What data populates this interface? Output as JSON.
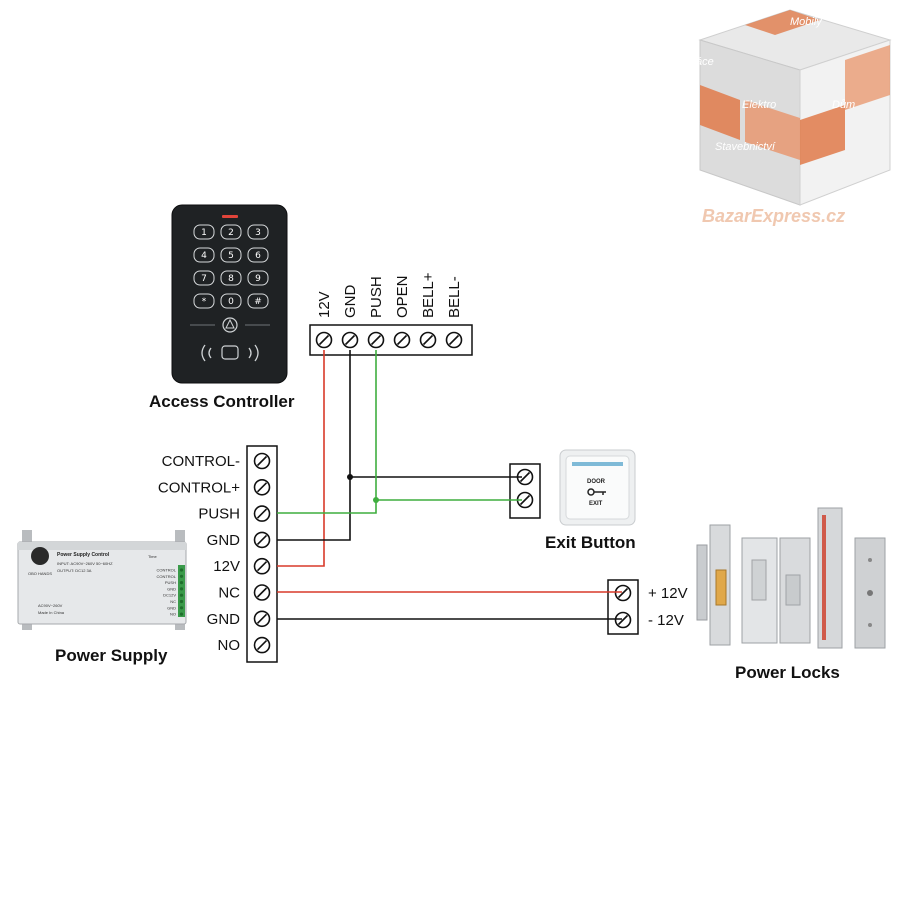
{
  "access_controller": {
    "title": "Access Controller",
    "keys": [
      "1",
      "2",
      "3",
      "4",
      "5",
      "6",
      "7",
      "8",
      "9",
      "*",
      "0",
      "#"
    ],
    "terminals": [
      "12V",
      "GND",
      "PUSH",
      "OPEN",
      "BELL+",
      "BELL-"
    ]
  },
  "power_supply": {
    "title": "Power Supply",
    "device_heading": "Power Supply Control",
    "device_time": "Time",
    "device_brand": "OBO HANDS",
    "device_input": "INPUT: AC90V~260V 50~60HZ",
    "device_output": "OUTPUT: DC12 3A",
    "device_spec": "AC90V~260V",
    "device_made": "Made In China",
    "device_pins": [
      "CONTROL",
      "CONTROL",
      "PUSH",
      "GND",
      "DC12V",
      "NC",
      "GND",
      "NO"
    ],
    "terminals": [
      "CONTROL-",
      "CONTROL+",
      "PUSH",
      "GND",
      "12V",
      "NC",
      "GND",
      "NO"
    ]
  },
  "exit_button": {
    "title": "Exit Button",
    "top_text": "DOOR",
    "bottom_text": "EXIT"
  },
  "power_locks": {
    "title": "Power Locks",
    "terminals": [
      "+ 12V",
      "- 12V"
    ]
  },
  "watermark": {
    "brand": "BazarExpress.cz",
    "cube_words": [
      "Mobily",
      "Práce",
      "Elektro",
      "Dům",
      "Stavebnictví"
    ]
  },
  "colors": {
    "red_wire": "#d83a2a",
    "black_wire": "#111111",
    "green_wire": "#3fae3f",
    "cube_orange": "#e07a4a"
  }
}
